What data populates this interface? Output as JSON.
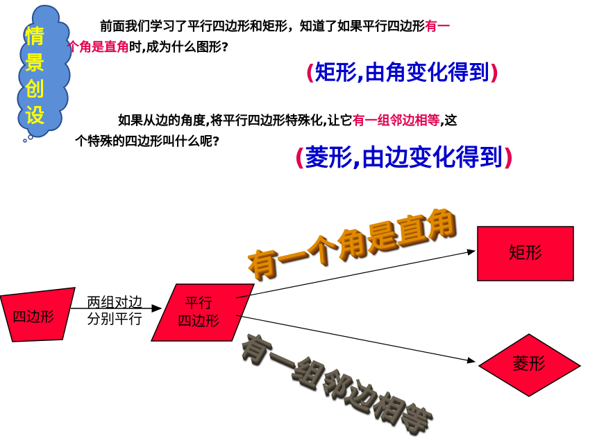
{
  "sidebar": {
    "title_chars": [
      "情",
      "景",
      "创",
      "设"
    ]
  },
  "intro": {
    "p1_a": "前面我们学习了平行四边形和矩形，知道了如果平行四边形",
    "p1_red1": "有一",
    "p1_red2": "个角是直角",
    "p1_b": "时,成为什么图形",
    "p1_q": "?",
    "ans1_open": "(",
    "ans1_body": "矩形,由角变化得到",
    "ans1_close": ")",
    "p2_a": "如果从边的角度,将平行四边形特殊化,让它",
    "p2_red": "有一组邻边相等",
    "p2_b": ",这",
    "p2_c": "个特殊的四边形叫什么呢",
    "p2_q": "?",
    "ans2_open": "(",
    "ans2_body": "菱形,由边变化得到",
    "ans2_close": ")"
  },
  "diagram": {
    "quad_label": "四边形",
    "arrow1_line1": "两组对边",
    "arrow1_line2": "分别平行",
    "para_line1": "平行",
    "para_line2": "四边形",
    "upper_art": "有一个角是直角",
    "lower_art": "有一组邻边相等",
    "rect_label": "矩形",
    "rhombus_label": "菱形"
  },
  "colors": {
    "red_fill": "#ff0033",
    "cloud_blue": "#5a8fd8",
    "accent_text": "#ffff00",
    "blue_text": "#0000cc",
    "magenta_text": "#e0004f"
  }
}
